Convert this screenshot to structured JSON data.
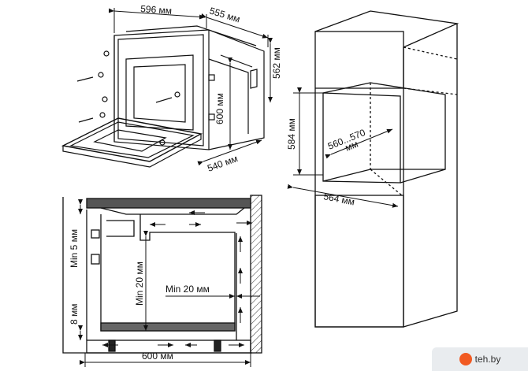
{
  "dimensions": {
    "oven_width": "596 мм",
    "oven_depth": "555 мм",
    "oven_height": "562 мм",
    "front_height": "600 мм",
    "body_depth": "540 мм",
    "niche_height": "584 мм",
    "niche_width": "560...570",
    "niche_width_unit": "мм",
    "niche_depth": "564 мм",
    "cabinet_width": "600 мм",
    "min5": "Min 5 мм",
    "min20_v": "Min 20 мм",
    "min20_h": "Min 20 мм",
    "gap8": "8 мм"
  },
  "watermark": {
    "text": "teh.by"
  }
}
